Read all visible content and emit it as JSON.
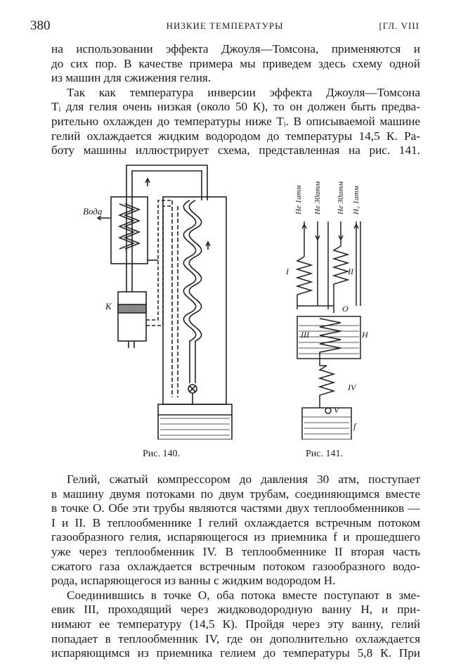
{
  "header": {
    "page_number": "380",
    "running_title": "НИЗКИЕ ТЕМПЕРАТУРЫ",
    "chapter": "[ГЛ. VIII"
  },
  "top_text": [
    "на использовании эффекта Джоуля—Томсона, применяются и",
    "до сих пор. В качестве примера мы приведем здесь схему одной",
    "из машин для сжижения гелия.",
    "Так как температура инверсии эффекта Джоуля—Томсона",
    "Tᵢ для гелия очень низкая (около 50 К), то он должен быть предва-",
    "рительно охлажден до температуры ниже Tᵢ. В описываемой машине",
    "гелий охлаждается жидким водородом до температуры 14,5 К. Ра-",
    "боту машины иллюстрирует схема, представленная на рис. 141."
  ],
  "fig140": {
    "caption": "Рис. 140.",
    "label_water": "Вода",
    "label_k": "К"
  },
  "fig141": {
    "caption": "Рис. 141.",
    "streams": [
      "He 1атм",
      "He 30атм",
      "He 30атм",
      "H₂ 1атм"
    ],
    "labels": {
      "I": "I",
      "II": "II",
      "O": "O",
      "III": "III",
      "H": "H",
      "IV": "IV",
      "V": "V",
      "f": "f"
    }
  },
  "bottom_text": [
    "Гелий, сжатый компрессором до давления 30 атм, поступает",
    "в машину двумя потоками по двум трубам, соединяющимся вместе",
    "в точке O. Обе эти трубы являются частями двух теплообменников —",
    "I и II. В теплообменнике I гелий охлаждается встречным потоком",
    "газообразного гелия, испаряющегося из приемника f и прошедшего",
    "уже через теплообменник IV. В теплообменнике II вторая часть",
    "сжатого газа охлаждается встречным потоком газообразного водо-",
    "рода, испаряющегося из ванны с жидким водородом H.",
    "Соединившись в точке O, оба потока вместе поступают в зме-",
    "евик III, проходящий через жидководородную ванну H, и при-",
    "нимают ее температуру (14,5 К). Пройдя через эту ванну, гелий",
    "попадает в теплообменник IV, где он дополнительно охлаждается",
    "испаряющимся из приемника гелием до температуры 5,8 К. При"
  ]
}
